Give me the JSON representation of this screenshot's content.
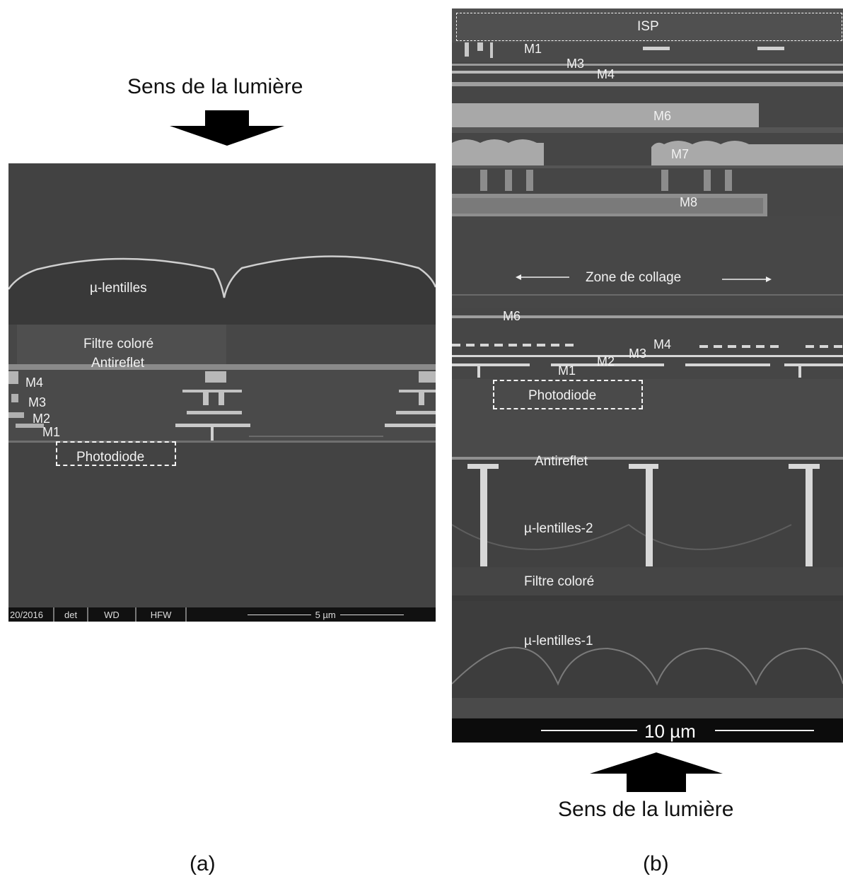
{
  "panel_a": {
    "light_direction": "Sens de la lumière",
    "caption": "(a)",
    "labels": {
      "microlenses": "µ-lentilles",
      "color_filter": "Filtre coloré",
      "antireflect": "Antireflet",
      "m4": "M4",
      "m3": "M3",
      "m2": "M2",
      "m1": "M1",
      "photodiode": "Photodiode"
    },
    "info_bar": {
      "date": "20/2016",
      "det": "det",
      "wd": "WD",
      "hfw": "HFW",
      "scale": "5 µm"
    }
  },
  "panel_b": {
    "light_direction": "Sens de la lumière",
    "caption": "(b)",
    "labels": {
      "isp": "ISP",
      "m1_top": "M1",
      "m3_top": "M3",
      "m4_top": "M4",
      "m6_top": "M6",
      "m7": "M7",
      "m8": "M8",
      "bonding_zone": "Zone de collage",
      "m6_low": "M6",
      "m4_low": "M4",
      "m3_low": "M3",
      "m2_low": "M2",
      "m1_low": "M1",
      "photodiode": "Photodiode",
      "antireflect": "Antireflet",
      "microlenses_2": "µ-lentilles-2",
      "color_filter": "Filtre coloré",
      "microlenses_1": "µ-lentilles-1"
    },
    "scale": "10 µm"
  },
  "colors": {
    "sem_dark": "#3f3f3f",
    "sem_mid": "#4a4a4a",
    "metal": "#c9c9c9",
    "label": "#f2f2f2"
  }
}
